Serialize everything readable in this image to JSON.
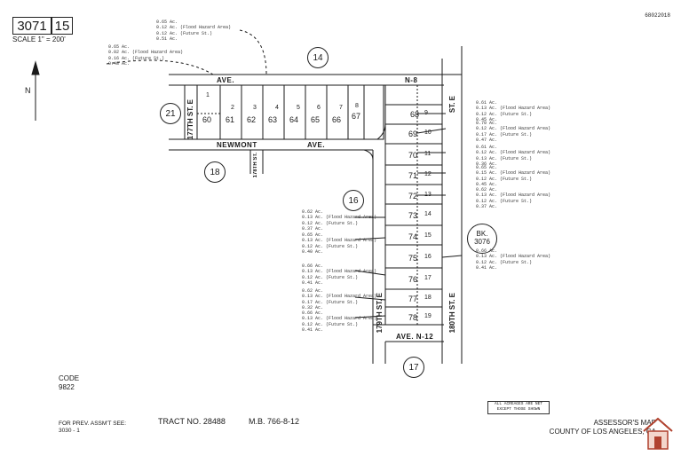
{
  "header": {
    "book": "3071",
    "page": "15",
    "scale": "SCALE 1\" = 200'",
    "code_id": "68022018"
  },
  "north": "N",
  "streets": {
    "ave_top": "AVE.",
    "n8": "N-8",
    "newmont": "NEWMONT",
    "newmont_ave": "AVE.",
    "st_177": "177TH ST. E",
    "st_178": "178TH ST.",
    "st_179": "179TH ST. E",
    "st_180": "180TH ST. E",
    "st_e_right": "ST. E",
    "ave_n12": "AVE. N-12"
  },
  "circles": {
    "c14": "14",
    "c21": "21",
    "c18": "18",
    "c16": "16",
    "c17": "17"
  },
  "bk": {
    "line1": "BK.",
    "line2": "3076"
  },
  "lots_top": [
    {
      "lot": "60",
      "parcel": "1"
    },
    {
      "lot": "61",
      "parcel": "2"
    },
    {
      "lot": "62",
      "parcel": "3"
    },
    {
      "lot": "63",
      "parcel": "4"
    },
    {
      "lot": "64",
      "parcel": "5"
    },
    {
      "lot": "65",
      "parcel": "6"
    },
    {
      "lot": "66",
      "parcel": "7"
    },
    {
      "lot": "67",
      "parcel": "8"
    },
    {
      "lot": "68",
      "parcel": "9"
    }
  ],
  "lots_right": [
    {
      "lot": "69",
      "parcel": "10"
    },
    {
      "lot": "70",
      "parcel": "11"
    },
    {
      "lot": "71",
      "parcel": "12"
    },
    {
      "lot": "72",
      "parcel": "13"
    },
    {
      "lot": "73",
      "parcel": "14"
    },
    {
      "lot": "74",
      "parcel": "15"
    },
    {
      "lot": "75",
      "parcel": "16"
    },
    {
      "lot": "76",
      "parcel": "17"
    },
    {
      "lot": "77",
      "parcel": "18"
    },
    {
      "lot": "78",
      "parcel": "19"
    }
  ],
  "notes": {
    "top_center": [
      "0.65 Ac.",
      "0.12 Ac. (Flood Hazard Area)",
      "0.12 Ac. (Future St.)",
      "0.51 Ac."
    ],
    "top_left": [
      "0.65 Ac.",
      "0.02 Ac. (Flood Hazard Area)",
      "0.16 Ac. (Future St.)",
      "0.48 Ac."
    ],
    "right_1": [
      "0.61 Ac.",
      "0.13 Ac. (Flood Hazard Area)",
      "0.12 Ac. (Future St.)",
      "0.45 Ac."
    ],
    "right_2": [
      "0.70 Ac.",
      "0.12 Ac. (Flood Hazard Area)",
      "0.17 Ac. (Future St.)",
      "0.47 Ac."
    ],
    "right_3": [
      "0.61 Ac.",
      "0.12 Ac. (Flood Hazard Area)",
      "0.13 Ac. (Future St.)",
      "0.36 Ac."
    ],
    "right_4": [
      "0.65 Ac.",
      "0.15 Ac. (Flood Hazard Area)",
      "0.12 Ac. (Future St.)",
      "0.45 Ac."
    ],
    "right_5": [
      "0.62 Ac.",
      "0.13 Ac. (Flood Hazard Area)",
      "0.12 Ac. (Future St.)",
      "0.37 Ac."
    ],
    "right_6": [
      "0.66 Ac.",
      "0.13 Ac. (Flood Hazard Area)",
      "0.12 Ac. (Future St.)",
      "0.41 Ac."
    ],
    "left_1": [
      "0.62 Ac.",
      "0.13 Ac. (Flood Hazard Area)",
      "0.12 Ac. (Future St.)",
      "0.37 Ac."
    ],
    "left_2": [
      "0.65 Ac.",
      "0.13 Ac. (Flood Hazard Area)",
      "0.12 Ac. (Future St.)",
      "0.40 Ac."
    ],
    "left_3": [
      "0.66 Ac.",
      "0.13 Ac. (Flood Hazard Area)",
      "0.12 Ac. (Future St.)",
      "0.41 Ac."
    ],
    "left_4": [
      "0.62 Ac.",
      "0.13 Ac. (Flood Hazard Area)",
      "0.17 Ac. (Future St.)",
      "0.32 Ac."
    ],
    "left_5": [
      "0.66 Ac.",
      "0.13 Ac. (Flood Hazard Area)",
      "0.12 Ac. (Future St.)",
      "0.41 Ac."
    ]
  },
  "footer": {
    "code_label": "CODE",
    "code_value": "9822",
    "prev_label": "FOR PREV. ASSM'T SEE:",
    "prev_value": "3030 - 1",
    "tract": "TRACT NO. 28488",
    "mb": "M.B. 766-8-12",
    "disclaimer": "ALL ACREAGES ARE NET EXCEPT THOSE SHOWN",
    "assessor_line1": "ASSESSOR'S MAP",
    "assessor_line2": "COUNTY OF LOS ANGELES, CA"
  },
  "colors": {
    "ink": "#1a1a1a",
    "paper": "#ffffff",
    "logo_red": "#b0412e"
  }
}
